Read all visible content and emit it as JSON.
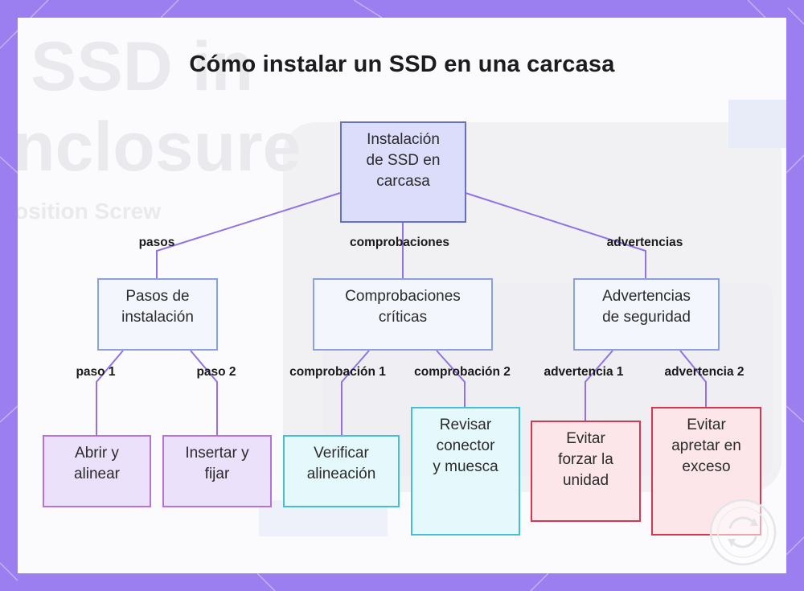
{
  "title": "Cómo instalar un SSD en una carcasa",
  "background_watermark": [
    "SSD in",
    "nclosure",
    "osition Screw"
  ],
  "colors": {
    "frame": "#9b7ff0",
    "edge": "#9272e3",
    "root_fill": "#dcdcfb",
    "mid_fill": "#f3f6fd",
    "purple_fill": "#ece1fb",
    "cyan_fill": "#e5f8fb",
    "red_fill": "#fde6ea",
    "red_border": "#d6374f"
  },
  "root": {
    "text": "Instalación de SSD en carcasa",
    "lines": [
      "Instalación",
      "de SSD en",
      "carcasa"
    ]
  },
  "edges_top": {
    "pasos": "pasos",
    "comprobaciones": "comprobaciones",
    "advertencias": "advertencias"
  },
  "mid": {
    "pasos": {
      "lines": [
        "Pasos de",
        "instalación"
      ]
    },
    "comprobaciones": {
      "lines": [
        "Comprobaciones",
        "críticas"
      ]
    },
    "advertencias": {
      "lines": [
        "Advertencias",
        "de seguridad"
      ]
    }
  },
  "edges_leaf": {
    "paso1": "paso 1",
    "paso2": "paso 2",
    "comp1": "comprobación 1",
    "comp2": "comprobación 2",
    "adv1": "advertencia 1",
    "adv2": "advertencia 2"
  },
  "leaves": {
    "abrir": {
      "lines": [
        "Abrir y",
        "alinear"
      ]
    },
    "insertar": {
      "lines": [
        "Insertar y",
        "fijar"
      ]
    },
    "verificar": {
      "lines": [
        "Verificar",
        "alineación"
      ]
    },
    "revisar": {
      "lines": [
        "Revisar",
        "conector",
        "y muesca"
      ]
    },
    "forzar": {
      "lines": [
        "Evitar",
        "forzar la",
        "unidad"
      ]
    },
    "apretar": {
      "lines": [
        "Evitar",
        "apretar en",
        "exceso"
      ]
    }
  },
  "badge_icon": "recycle-badge-icon"
}
